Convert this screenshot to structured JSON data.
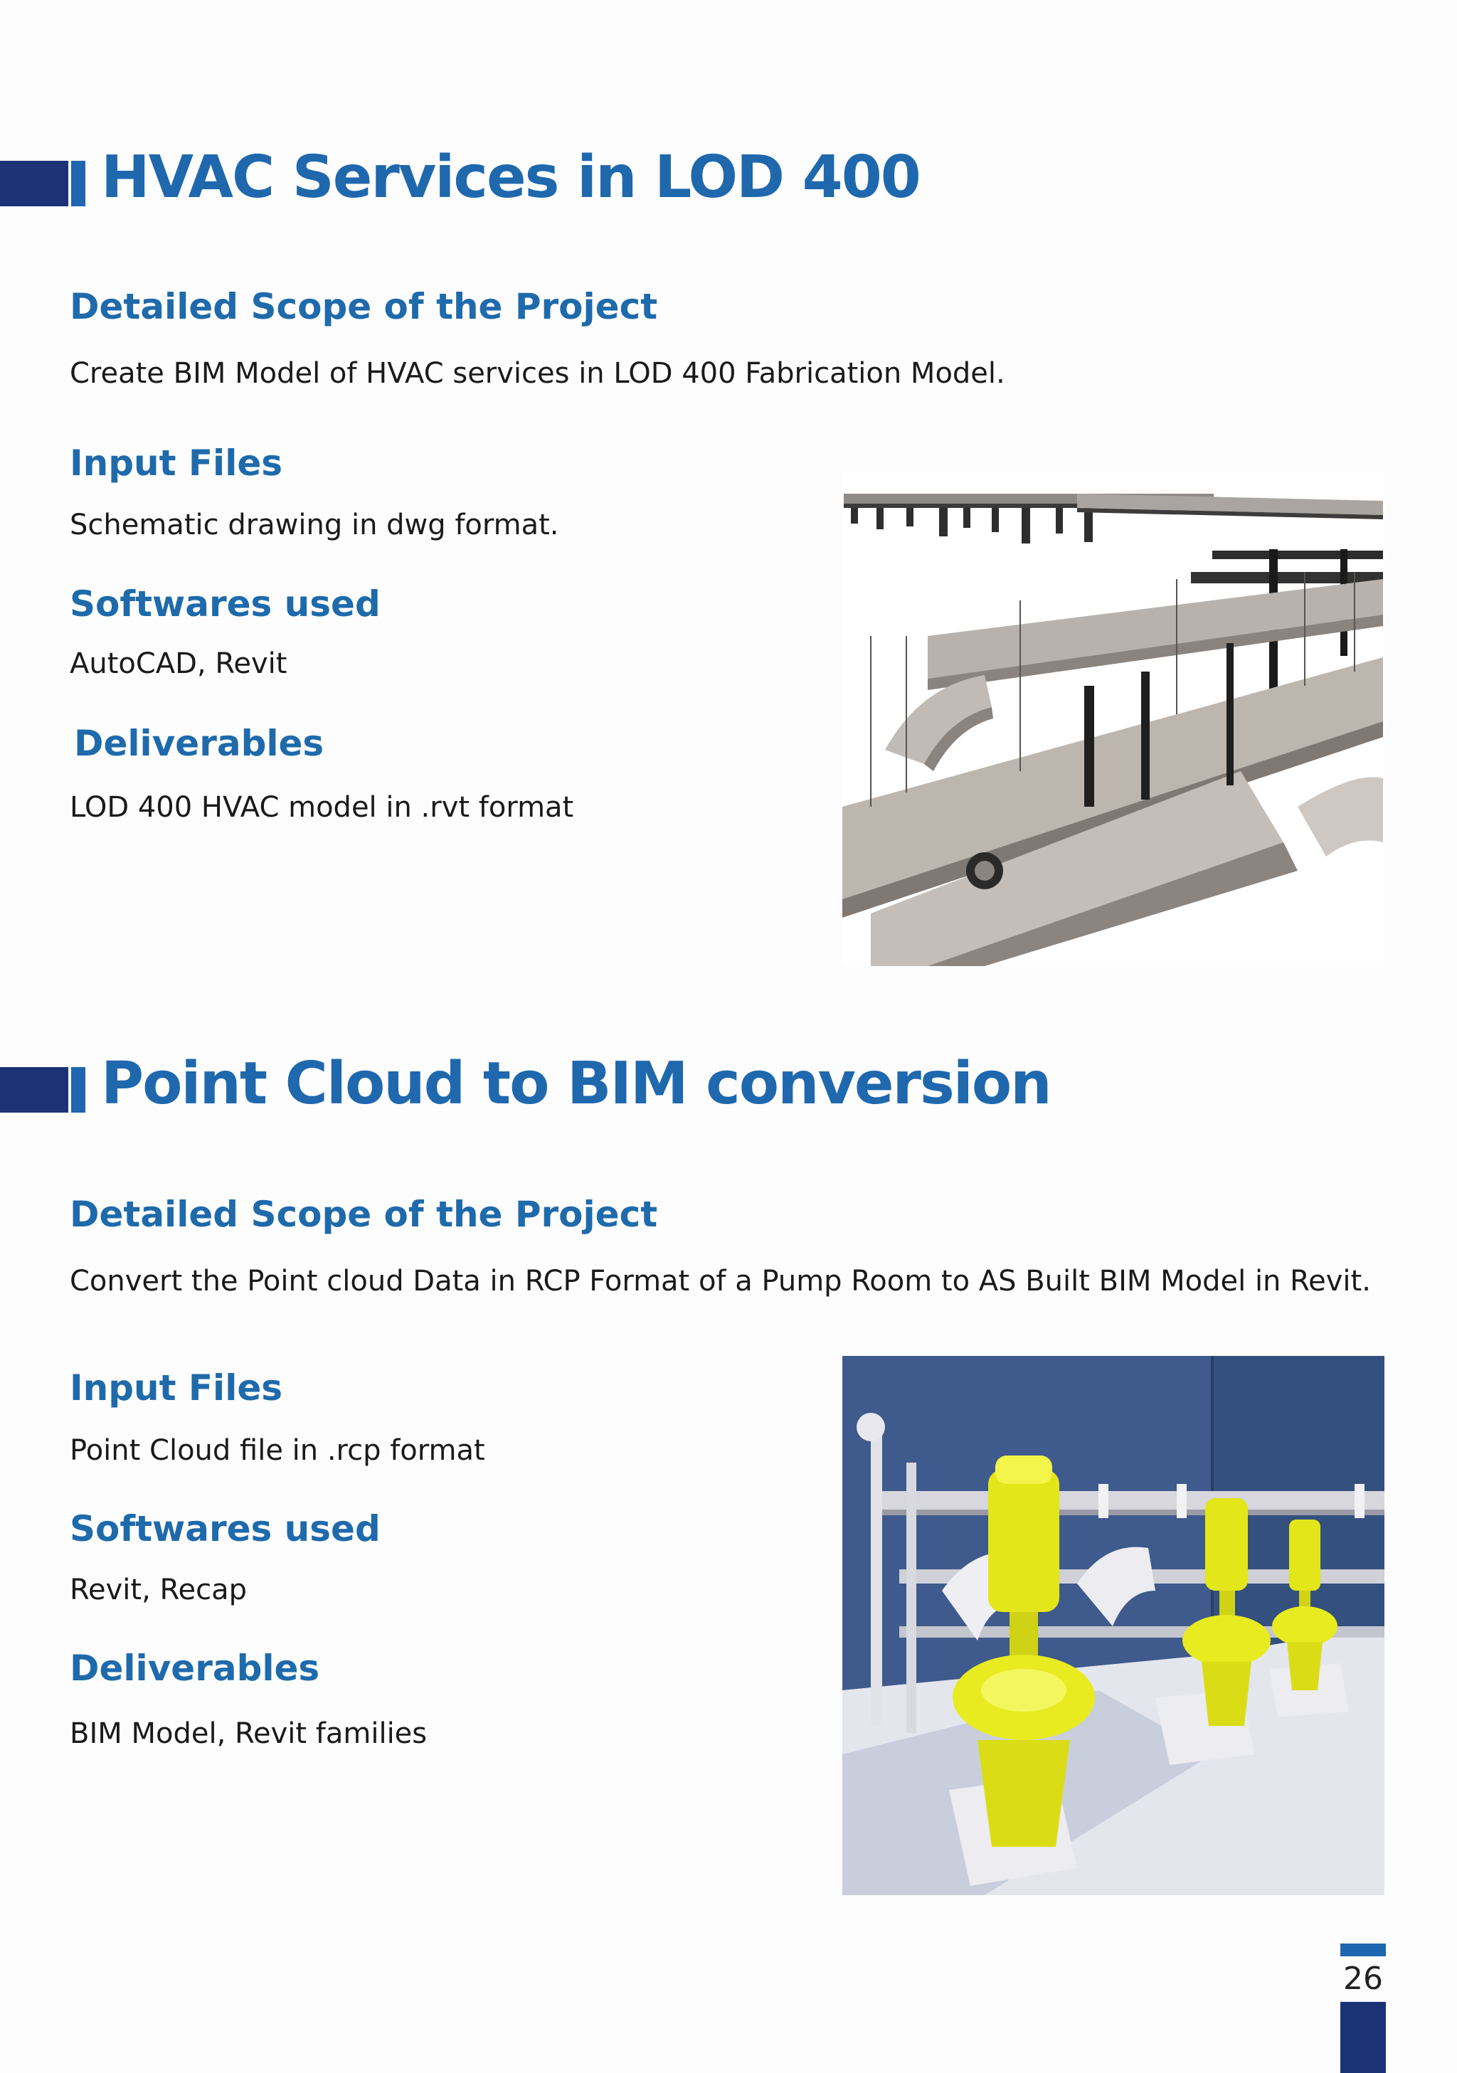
{
  "sections": [
    {
      "title": "HVAC Services in LOD 400",
      "scope_heading": "Detailed Scope of the Project",
      "scope_text": "Create BIM Model of HVAC services in LOD 400 Fabrication Model.",
      "input_heading": "Input Files",
      "input_text": "Schematic drawing in dwg format.",
      "software_heading": "Softwares used",
      "software_text": "AutoCAD, Revit",
      "deliverables_heading": "Deliverables",
      "deliverables_text": "LOD 400 HVAC model in .rvt format"
    },
    {
      "title": "Point Cloud to BIM conversion",
      "scope_heading": "Detailed Scope of the Project",
      "scope_text": "Convert the Point cloud Data in RCP Format of a Pump Room to AS Built BIM Model in Revit.",
      "input_heading": "Input Files",
      "input_text": "Point Cloud file in .rcp format",
      "software_heading": "Softwares used",
      "software_text": "Revit, Recap",
      "deliverables_heading": "Deliverables",
      "deliverables_text": "BIM Model, Revit families"
    }
  ],
  "page_number": "26",
  "colors": {
    "title_blue": "#1f68ad",
    "marker_navy": "#1c3277",
    "marker_blue": "#1f66b0"
  }
}
